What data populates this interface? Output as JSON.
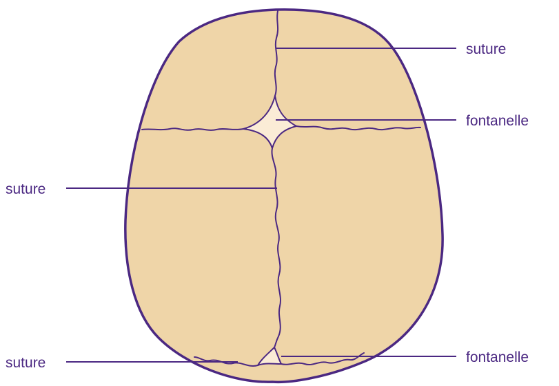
{
  "labels": {
    "top_right_suture": "suture",
    "anterior_fontanelle": "fontanelle",
    "left_suture": "suture",
    "bottom_left_suture": "suture",
    "posterior_fontanelle": "fontanelle"
  },
  "colors": {
    "outline": "#4b2882",
    "bone": "#efd5a8",
    "fontanelle": "#fbecd6",
    "label_text": "#4b2882"
  }
}
